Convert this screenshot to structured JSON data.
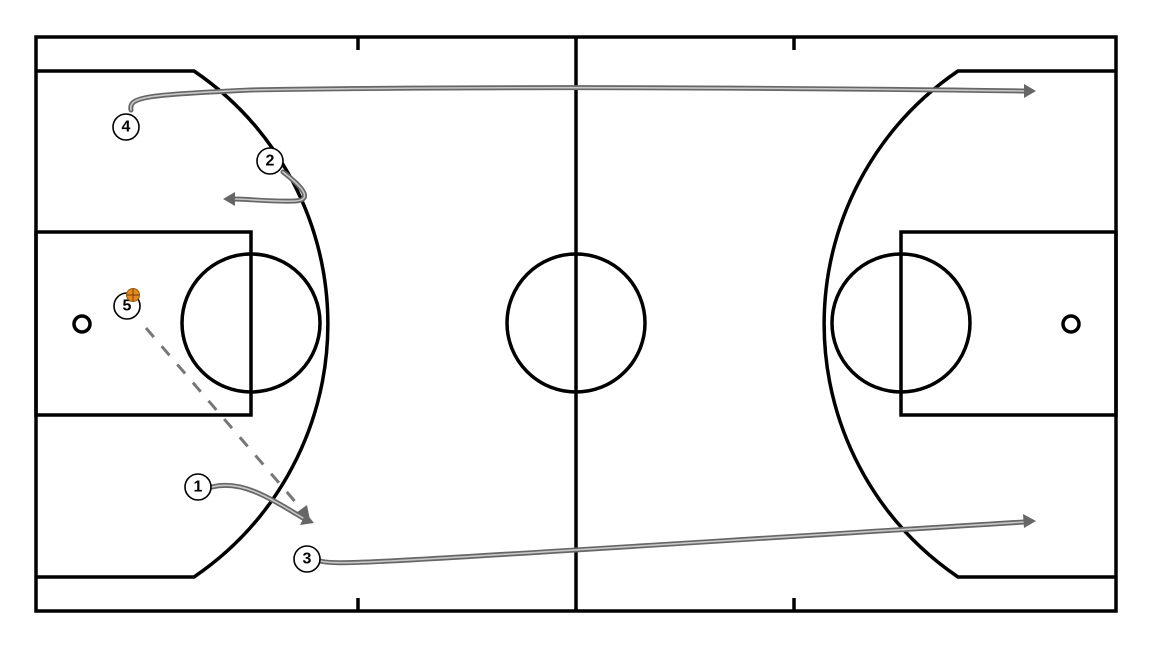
{
  "players": [
    {
      "id": "player-1",
      "number": "1"
    },
    {
      "id": "player-2",
      "number": "2"
    },
    {
      "id": "player-3",
      "number": "3"
    },
    {
      "id": "player-4",
      "number": "4"
    },
    {
      "id": "player-5",
      "number": "5",
      "has_ball": true
    }
  ],
  "colors": {
    "court_lines": "#000000",
    "movement": "#666666",
    "pass": "#777777",
    "ball": "#e8891f"
  }
}
